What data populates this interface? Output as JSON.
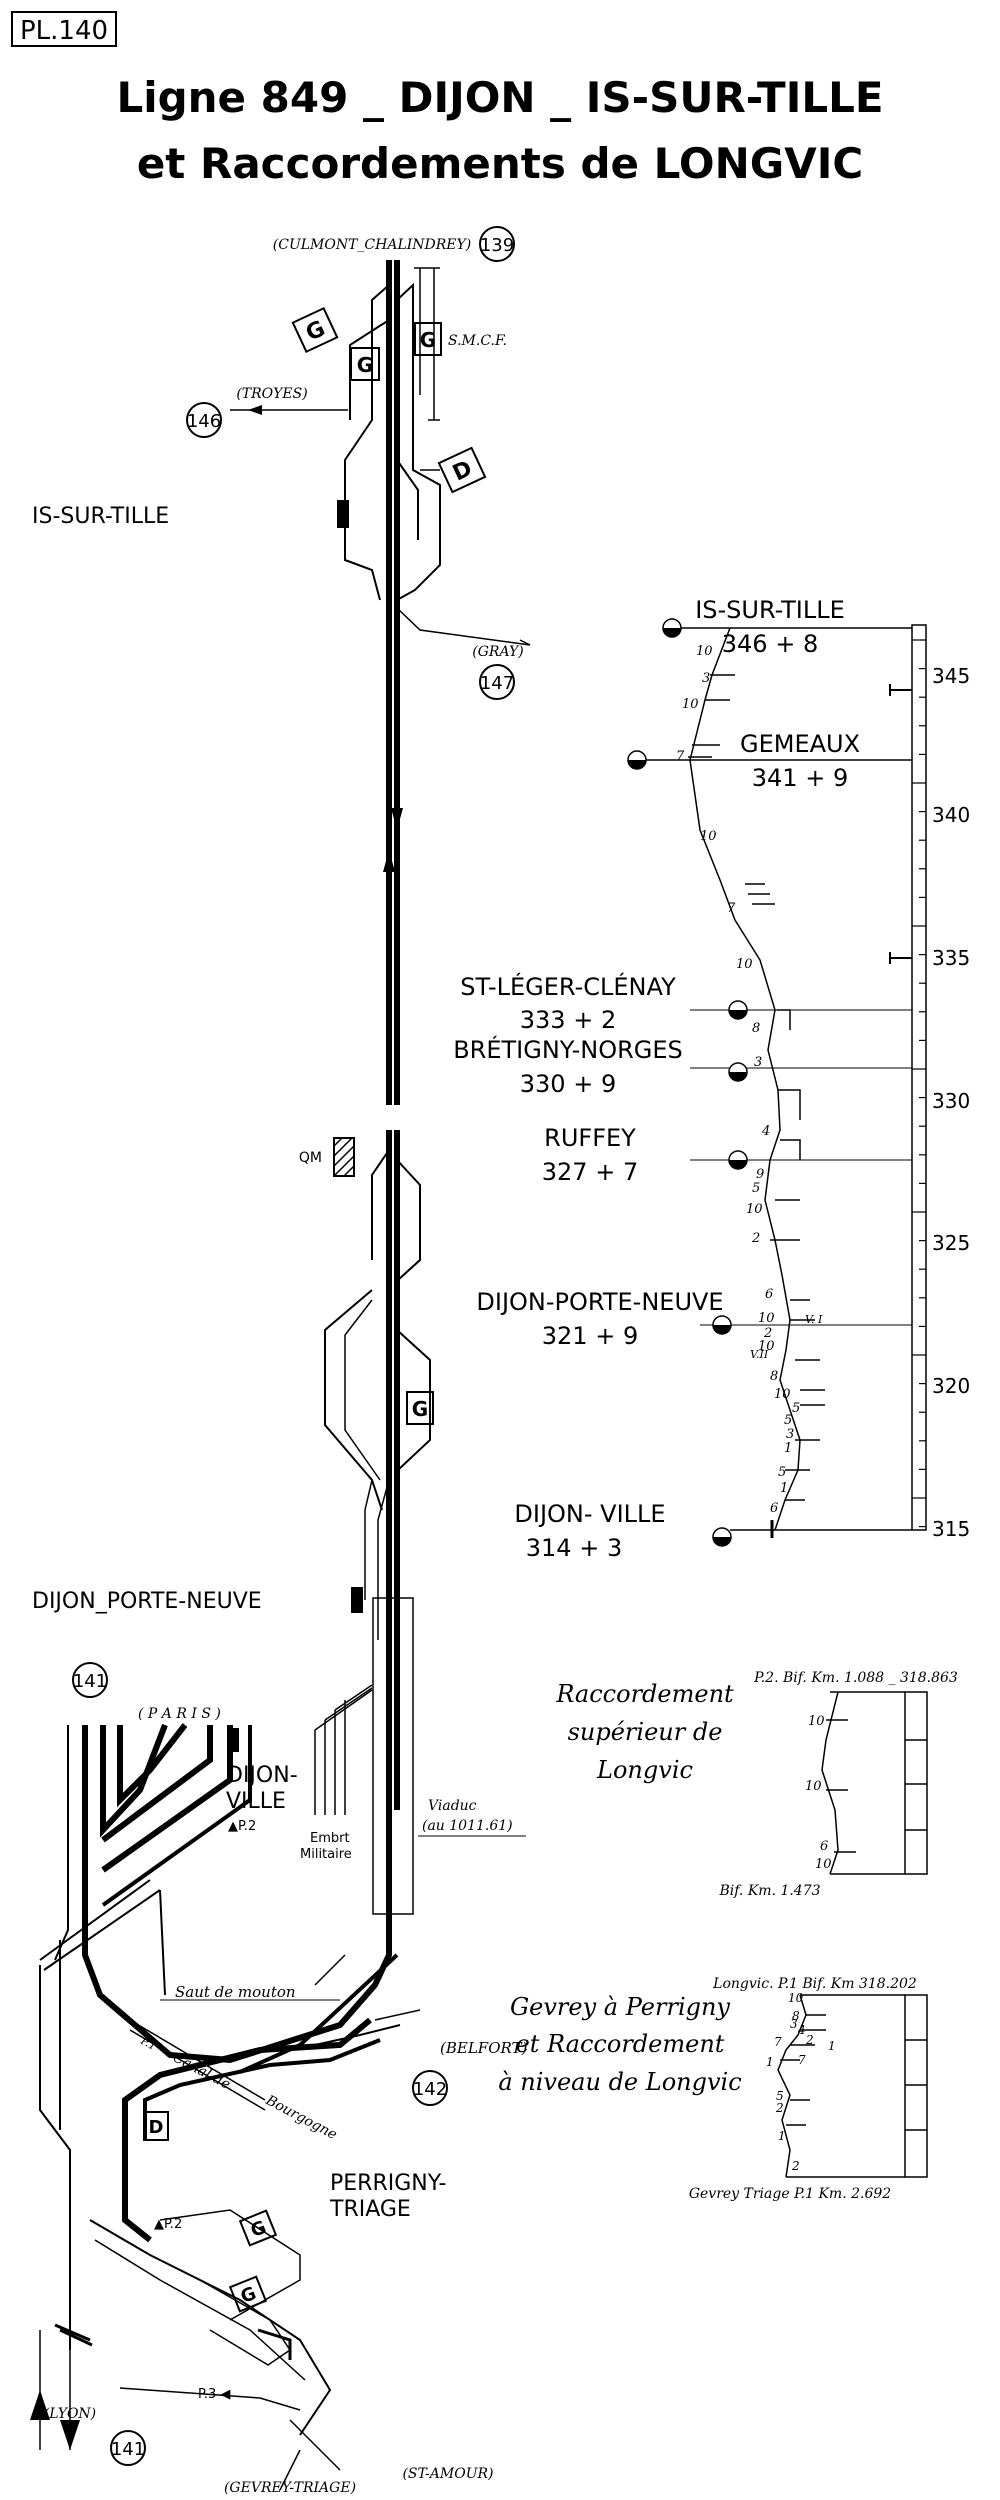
{
  "plate": "PL.140",
  "title_line1": "Ligne 849 _ DIJON _ IS-SUR-TILLE",
  "title_line2": "et Raccordements de LONGVIC",
  "map": {
    "culmont": "(CULMONT_CHALINDREY)",
    "n139": "139",
    "troyes": "(TROYES)",
    "n146": "146",
    "gray": "(GRAY)",
    "n147": "147",
    "smcf": "S.M.C.F.",
    "G": "G",
    "D": "D",
    "is_sur_tille": "IS-SUR-TILLE",
    "qm": "QM",
    "dijon_porte_neuve": "DIJON_PORTE-NEUVE",
    "n141": "141",
    "paris": "( P A R I S )",
    "dijon_ville_1": "DIJON-",
    "dijon_ville_2": "VILLE",
    "p2": "▲P.2",
    "embr_1": "Embrt",
    "embr_2": "Militaire",
    "viaduc_1": "Viaduc",
    "viaduc_2": "(au 1011.61)",
    "saut": "Saut de mouton",
    "canal_1": "Canal de",
    "canal_2": "Bourgogne",
    "p1": "P.1",
    "belfort": "(BELFORT)",
    "n142": "142",
    "perrigny_1": "PERRIGNY-",
    "perrigny_2": "TRIAGE",
    "p2b": "▲P.2",
    "p3": "P.3 ◀",
    "lyon": "(LYON)",
    "st_amour": "(ST-AMOUR)",
    "gevrey_triage": "(GEVREY-TRIAGE)"
  },
  "profile": {
    "stations": [
      {
        "name": "IS-SUR-TILLE",
        "km": "346 + 8"
      },
      {
        "name": "GEMEAUX",
        "km": "341 + 9"
      },
      {
        "name": "ST-LÉGER-CLÉNAY",
        "km": "333 + 2"
      },
      {
        "name": "BRÉTIGNY-NORGES",
        "km": "330 + 9"
      },
      {
        "name": "RUFFEY",
        "km": "327 + 7"
      },
      {
        "name": "DIJON-PORTE-NEUVE",
        "km": "321 + 9"
      },
      {
        "name": "DIJON- VILLE",
        "km": "314 + 3"
      }
    ],
    "km_ticks": [
      "345",
      "340",
      "335",
      "330",
      "325",
      "320",
      "315"
    ],
    "gradients": [
      "10",
      "3",
      "10",
      "7",
      "10",
      "7",
      "10",
      "8",
      "3",
      "4",
      "9",
      "5",
      "10",
      "2",
      "6",
      "10",
      "2",
      "10",
      "8",
      "10",
      "5",
      "5",
      "3",
      "1",
      "5",
      "1",
      "6"
    ],
    "v1": "V. I",
    "v2": "V.II"
  },
  "raccord1": {
    "top": "P.2. Bif. Km. 1.088 _ 318.863",
    "label_1": "Raccordement",
    "label_2": "supérieur de",
    "label_3": "Longvic",
    "bottom": "Bif. Km. 1.473",
    "gradients": [
      "10",
      "10",
      "6",
      "10"
    ]
  },
  "raccord2": {
    "top": "Longvic. P.1  Bif. Km 318.202",
    "label_1": "Gevrey à Perrigny",
    "label_2": "et Raccordement",
    "label_3": "à niveau de Longvic",
    "bottom": "Gevrey Triage P.1 Km. 2.692",
    "gradients": [
      "10",
      "8",
      "4",
      "3",
      "2",
      "7",
      "1",
      "1",
      "7",
      "5",
      "2",
      "1",
      "2"
    ]
  }
}
